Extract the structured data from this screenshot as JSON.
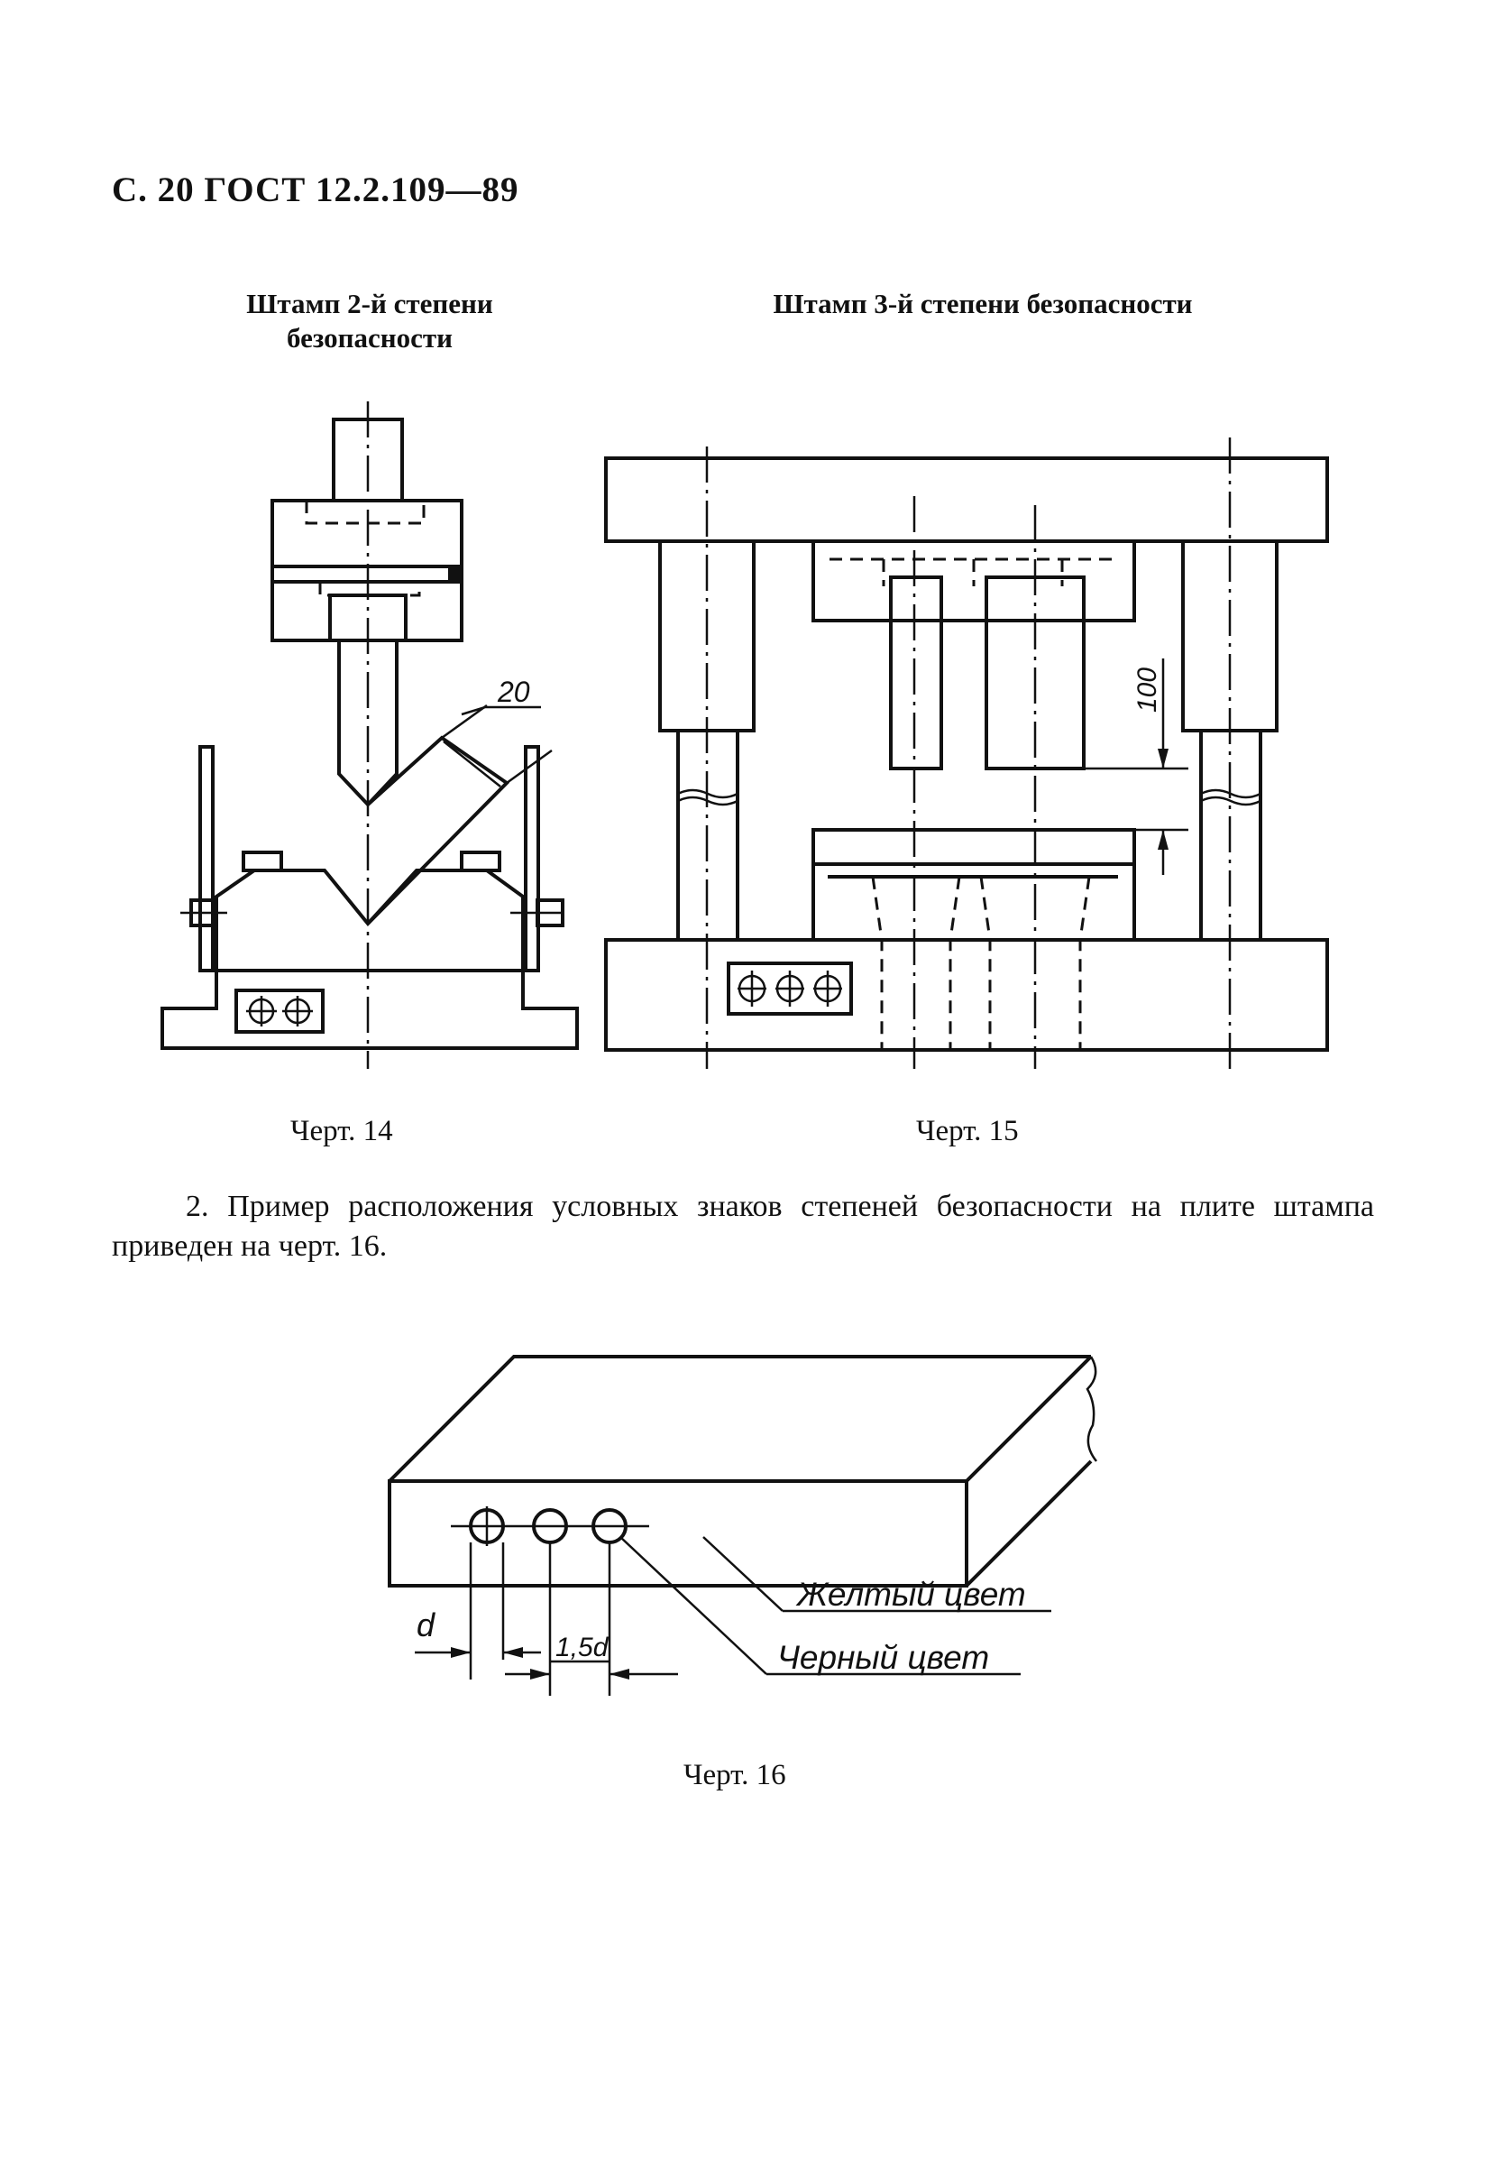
{
  "header": "С. 20 ГОСТ 12.2.109—89",
  "fig14": {
    "title_line1": "Штамп 2-й степени",
    "title_line2": "безопасности",
    "caption": "Черт. 14",
    "dim_label": "20"
  },
  "fig15": {
    "title": "Штамп 3-й степени безопасности",
    "caption": "Черт. 15",
    "dim_label": "100"
  },
  "paragraph": "2. Пример расположения условных знаков степеней безопасности на плите штампа приведен на черт. 16.",
  "fig16": {
    "caption": "Черт. 16",
    "label_yellow": "Желтый цвет",
    "label_black": "Черный цвет",
    "dim_d": "d",
    "dim_15d": "1,5d"
  },
  "icons": {
    "safety_sign": "circle-cross-icon"
  }
}
